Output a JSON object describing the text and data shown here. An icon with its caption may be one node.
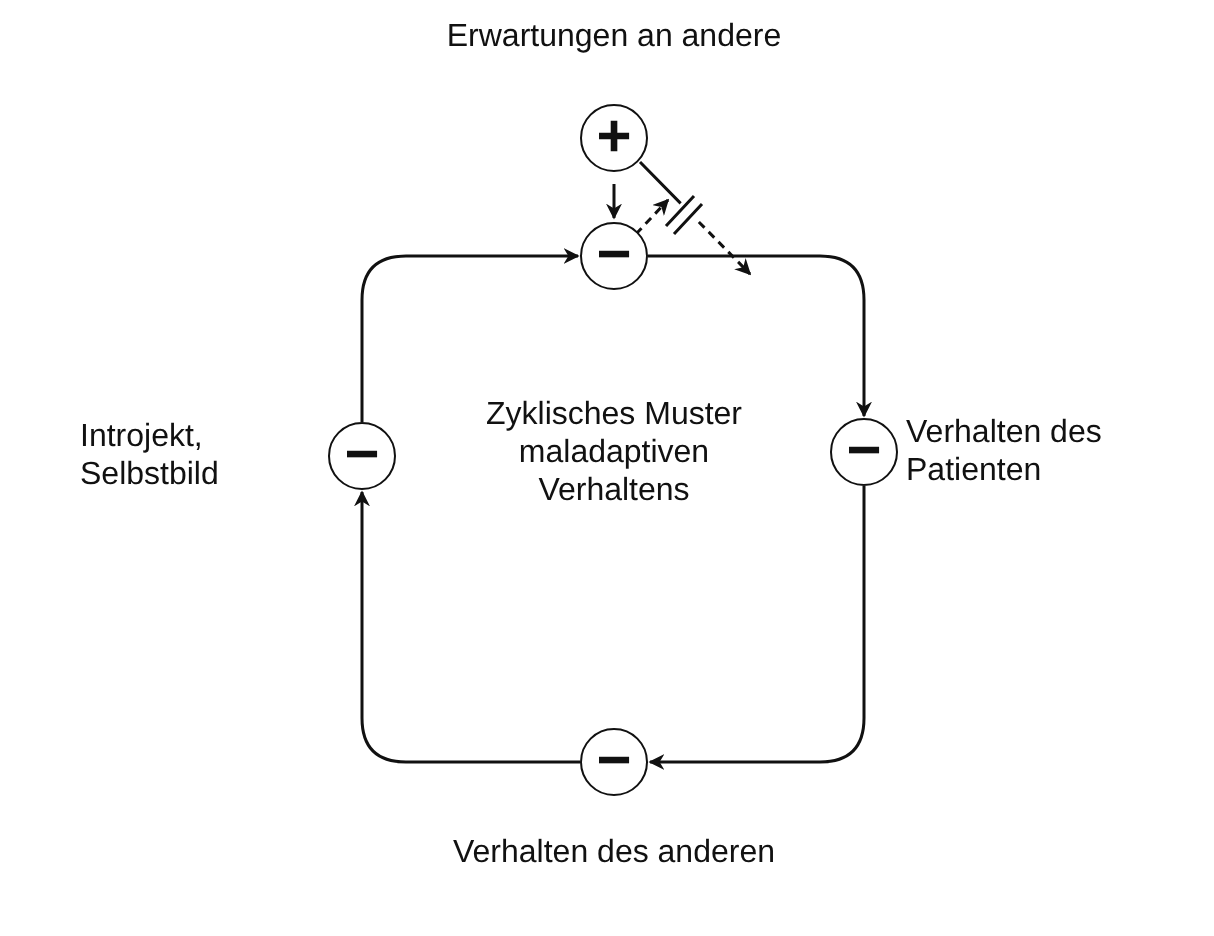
{
  "diagram": {
    "nodes": [
      {
        "text": [
          "+"
        ],
        "beside": [
          "Erwartungen an andere"
        ]
      },
      {
        "text": [
          "−"
        ]
      },
      {
        "text": [
          "−"
        ],
        "beside": [
          "Verhalten des Patienten"
        ]
      },
      {
        "text": [
          "−"
        ],
        "beside": [
          "Verhalten des anderen"
        ]
      },
      {
        "text": [
          "−"
        ],
        "beside": [
          "Introjekt, Selbstbild"
        ]
      }
    ],
    "edges": [
      {
        "from": 0,
        "to": 1,
        "arrow": "to"
      },
      {
        "from": 0,
        "to": null,
        "arrow": "to",
        "style": "dashed"
      },
      {
        "from": 1,
        "to": null,
        "arrow": "to",
        "style": "dashed"
      },
      {
        "from": 1,
        "to": 2,
        "arrow": "to"
      },
      {
        "from": 2,
        "to": 3,
        "arrow": "to"
      },
      {
        "from": 3,
        "to": 4,
        "arrow": "to"
      },
      {
        "from": 4,
        "to": 1,
        "arrow": "to"
      }
    ],
    "labels": [
      "Zyklisches Muster maladaptiven Verhaltens"
    ]
  }
}
